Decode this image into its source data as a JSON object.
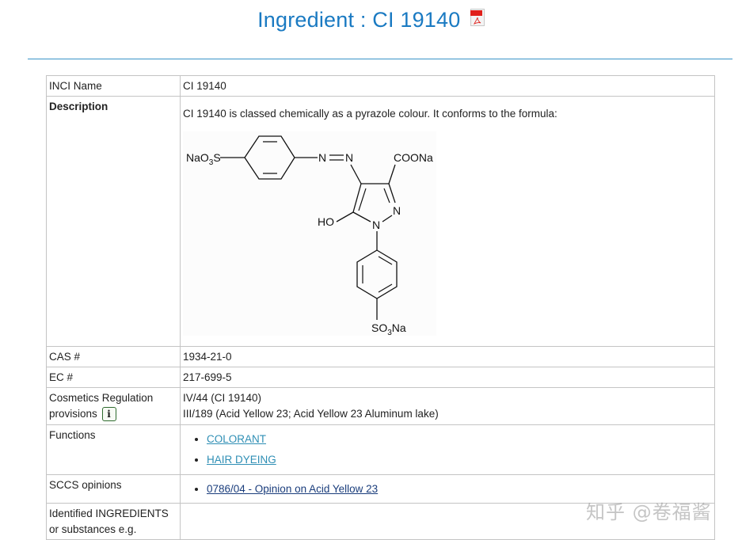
{
  "header": {
    "title": "Ingredient : CI 19140",
    "pdf_icon": "pdf-icon",
    "accent_color": "#1a7ac2"
  },
  "table": {
    "inci_name": {
      "label": "INCI Name",
      "value": "CI 19140"
    },
    "description": {
      "label": "Description",
      "text": "CI 19140 is classed chemically as a pyrazole colour. It conforms to the formula:",
      "structure_labels": {
        "left_group": "NaO3S",
        "azo": "N=N",
        "carboxyl": "COONa",
        "ring_n_right": "N",
        "ring_n_bottom": "N",
        "hydroxyl": "HO",
        "bottom_group": "SO3Na"
      }
    },
    "cas": {
      "label": "CAS #",
      "value": "1934-21-0"
    },
    "ec": {
      "label": "EC #",
      "value": "217-699-5"
    },
    "regulation": {
      "label_line1": "Cosmetics Regulation",
      "label_line2": "provisions",
      "info_icon": "i",
      "values": [
        "IV/44 (CI 19140)",
        "III/189 (Acid Yellow 23; Acid Yellow 23 Aluminum lake)"
      ]
    },
    "functions": {
      "label": "Functions",
      "items": [
        "COLORANT",
        "HAIR DYEING"
      ]
    },
    "sccs": {
      "label": "SCCS opinions",
      "items": [
        "0786/04 - Opinion on Acid Yellow 23"
      ]
    },
    "identified": {
      "label_line1": "Identified INGREDIENTS",
      "label_line2": "or substances e.g."
    }
  },
  "watermark": "知乎 @卷福酱"
}
